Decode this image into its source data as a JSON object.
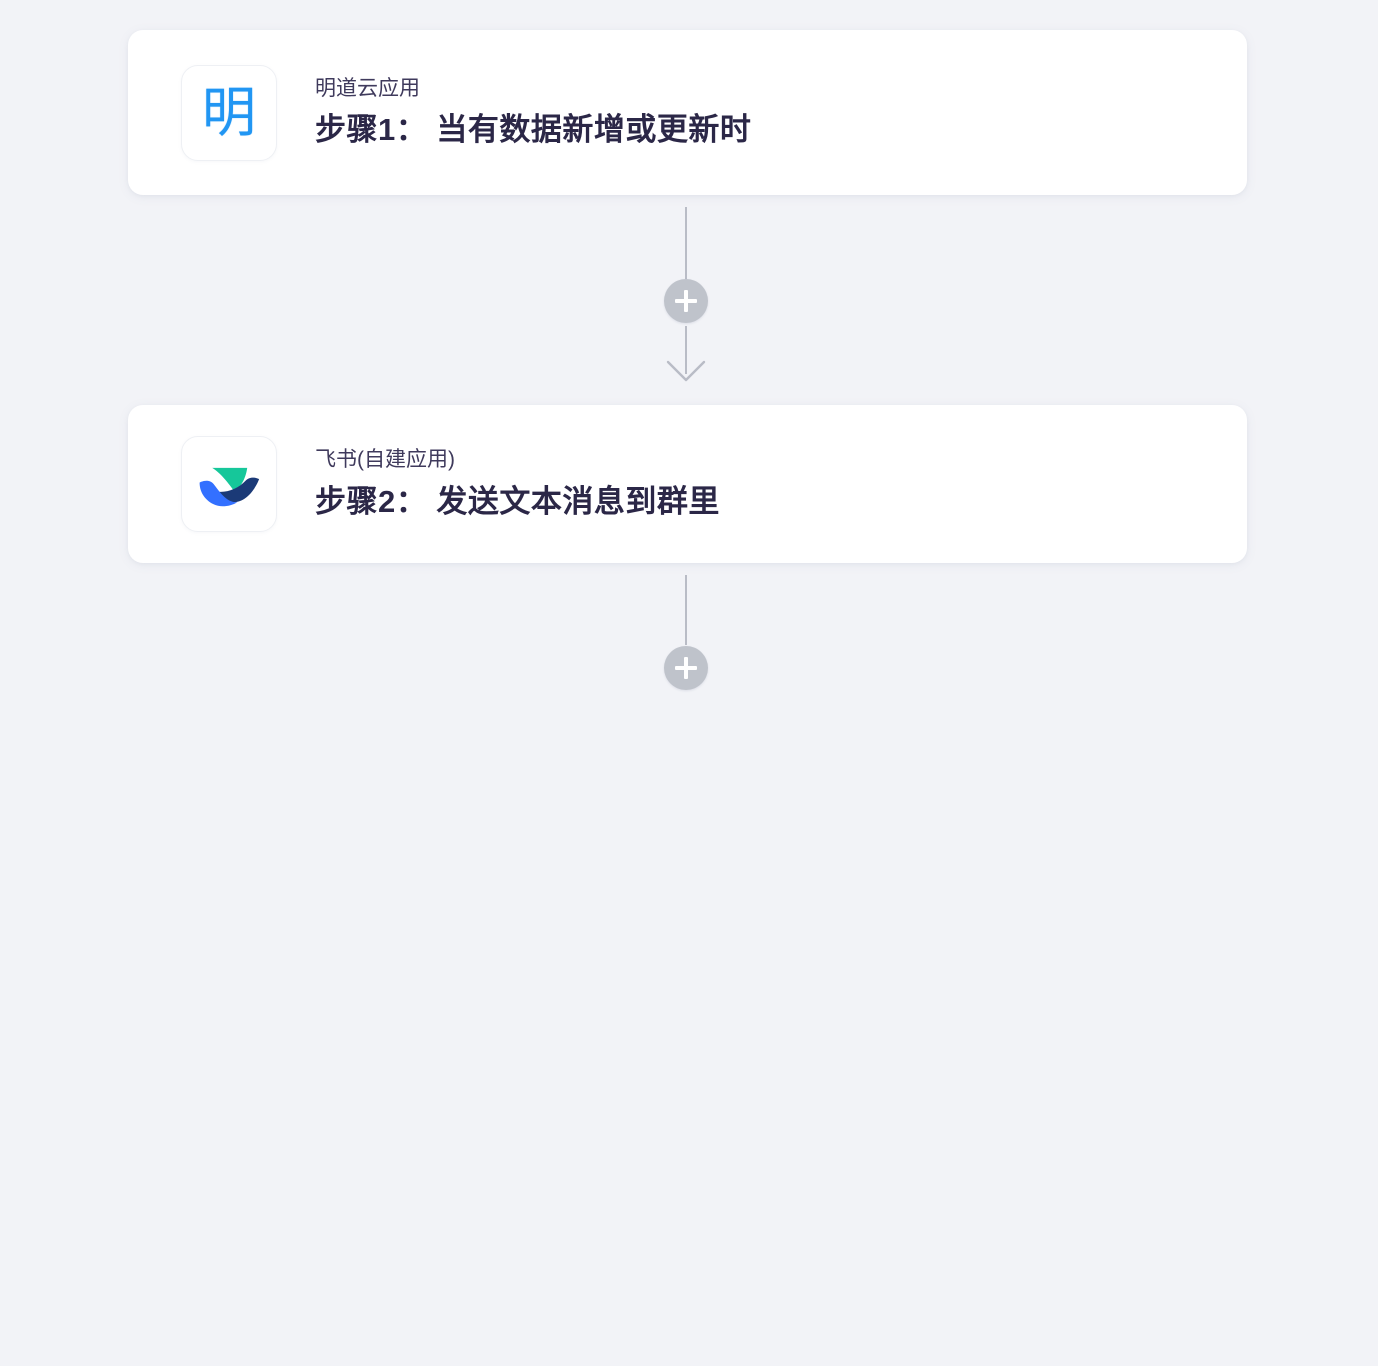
{
  "page": {
    "background_color": "#f2f3f7"
  },
  "flow": {
    "steps": [
      {
        "app_name": "明道云应用",
        "title": "步骤1： 当有数据新增或更新时",
        "icon_name": "mingdaoyun-app-icon",
        "icon_glyph": "明",
        "icon_color": "#2196f3"
      },
      {
        "app_name": "飞书(自建应用)",
        "title": "步骤2： 发送文本消息到群里",
        "icon_name": "feishu-app-icon",
        "icon_colors": {
          "teal": "#16c79a",
          "navy": "#1b3a77",
          "blue": "#3370ff"
        }
      }
    ],
    "connectors": [
      {
        "add_button_label": "+",
        "icon_name": "plus-icon",
        "has_arrow": true
      },
      {
        "add_button_label": "+",
        "icon_name": "plus-icon",
        "has_arrow": false
      }
    ],
    "colors": {
      "card_background": "#ffffff",
      "title_text": "#2b2747",
      "subtitle_text": "#3f3a5c",
      "connector_line": "#b9bcc6",
      "add_button": "#bfc3cb"
    }
  }
}
